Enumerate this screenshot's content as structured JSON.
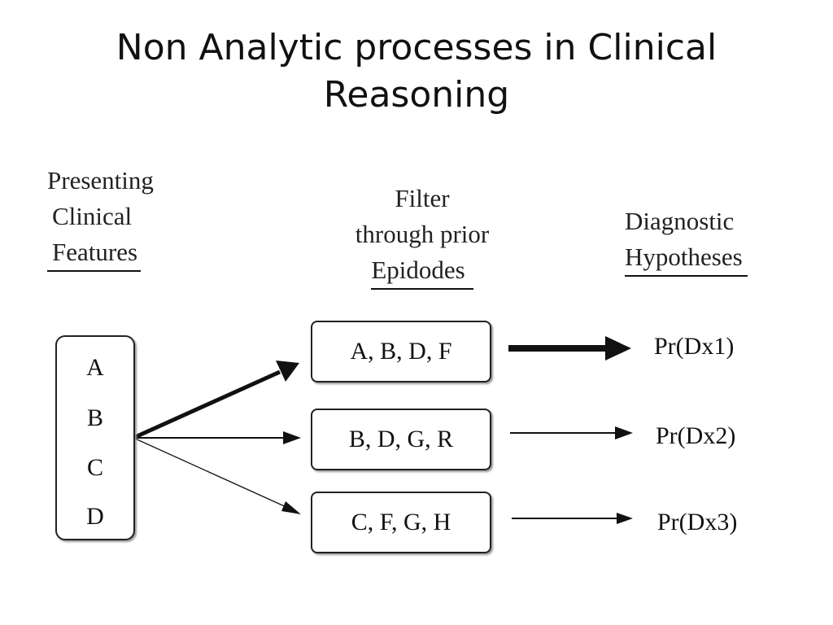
{
  "title": {
    "line1": "Non Analytic processes in Clinical",
    "line2": "Reasoning"
  },
  "headings": {
    "features": [
      "Presenting",
      "Clinical",
      "Features"
    ],
    "filter": [
      "Filter",
      "through prior",
      "Epidodes"
    ],
    "hypotheses": [
      "Diagnostic",
      "Hypotheses"
    ]
  },
  "features": [
    "A",
    "B",
    "C",
    "D"
  ],
  "episodes": [
    "A, B, D, F",
    "B, D, G, R",
    "C, F, G, H"
  ],
  "diagnoses": [
    "Pr(Dx1)",
    "Pr(Dx2)",
    "Pr(Dx3)"
  ]
}
